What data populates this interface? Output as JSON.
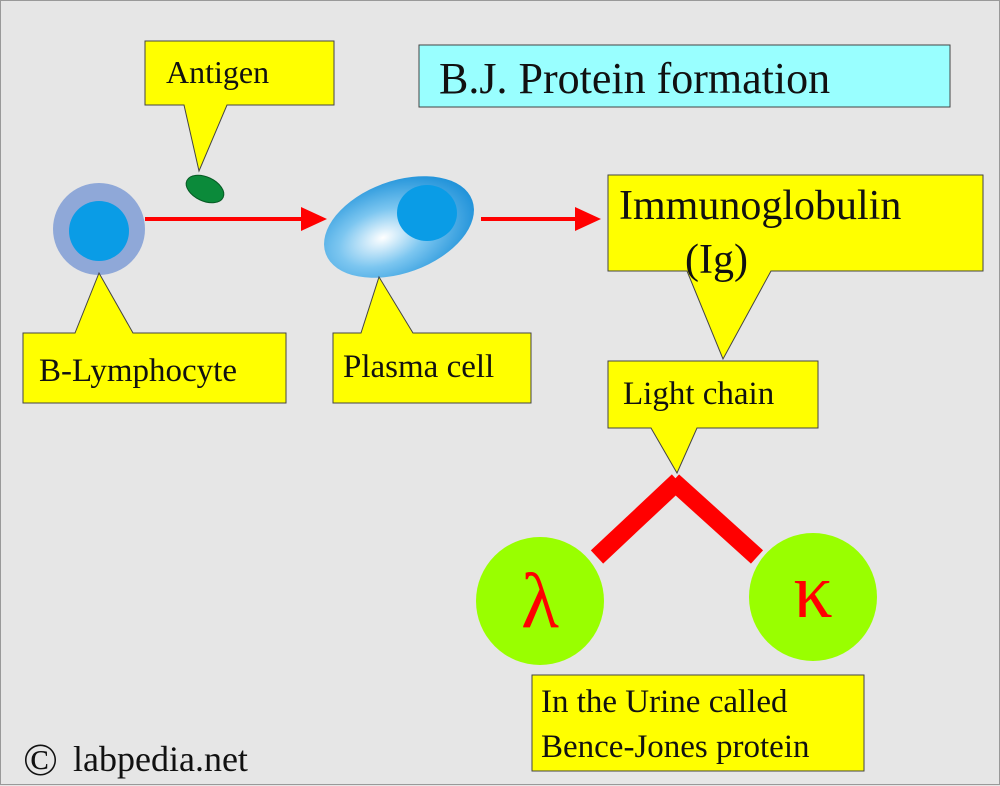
{
  "title": "B.J. Protein formation",
  "labels": {
    "antigen": "Antigen",
    "b_lymphocyte": "B-Lymphocyte",
    "plasma_cell": "Plasma cell",
    "immunoglobulin_line1": "Immunoglobulin",
    "immunoglobulin_line2": "(Ig)",
    "light_chain": "Light chain",
    "urine_line1": "In the Urine called",
    "urine_line2": "Bence-Jones protein"
  },
  "chains": {
    "lambda": "λ",
    "kappa": "κ"
  },
  "copyright": {
    "symbol": "©",
    "site": "labpedia.net"
  },
  "colors": {
    "background": "#e6e6e6",
    "callout_fill": "#ffff00",
    "title_fill": "#99ffff",
    "arrow": "#ff0000",
    "chain_circle": "#99ff00",
    "chain_text": "#ff0000",
    "cell_outer": "#8fa8d8",
    "cell_nucleus": "#0a9ce6",
    "antigen": "#0b8a3a"
  }
}
